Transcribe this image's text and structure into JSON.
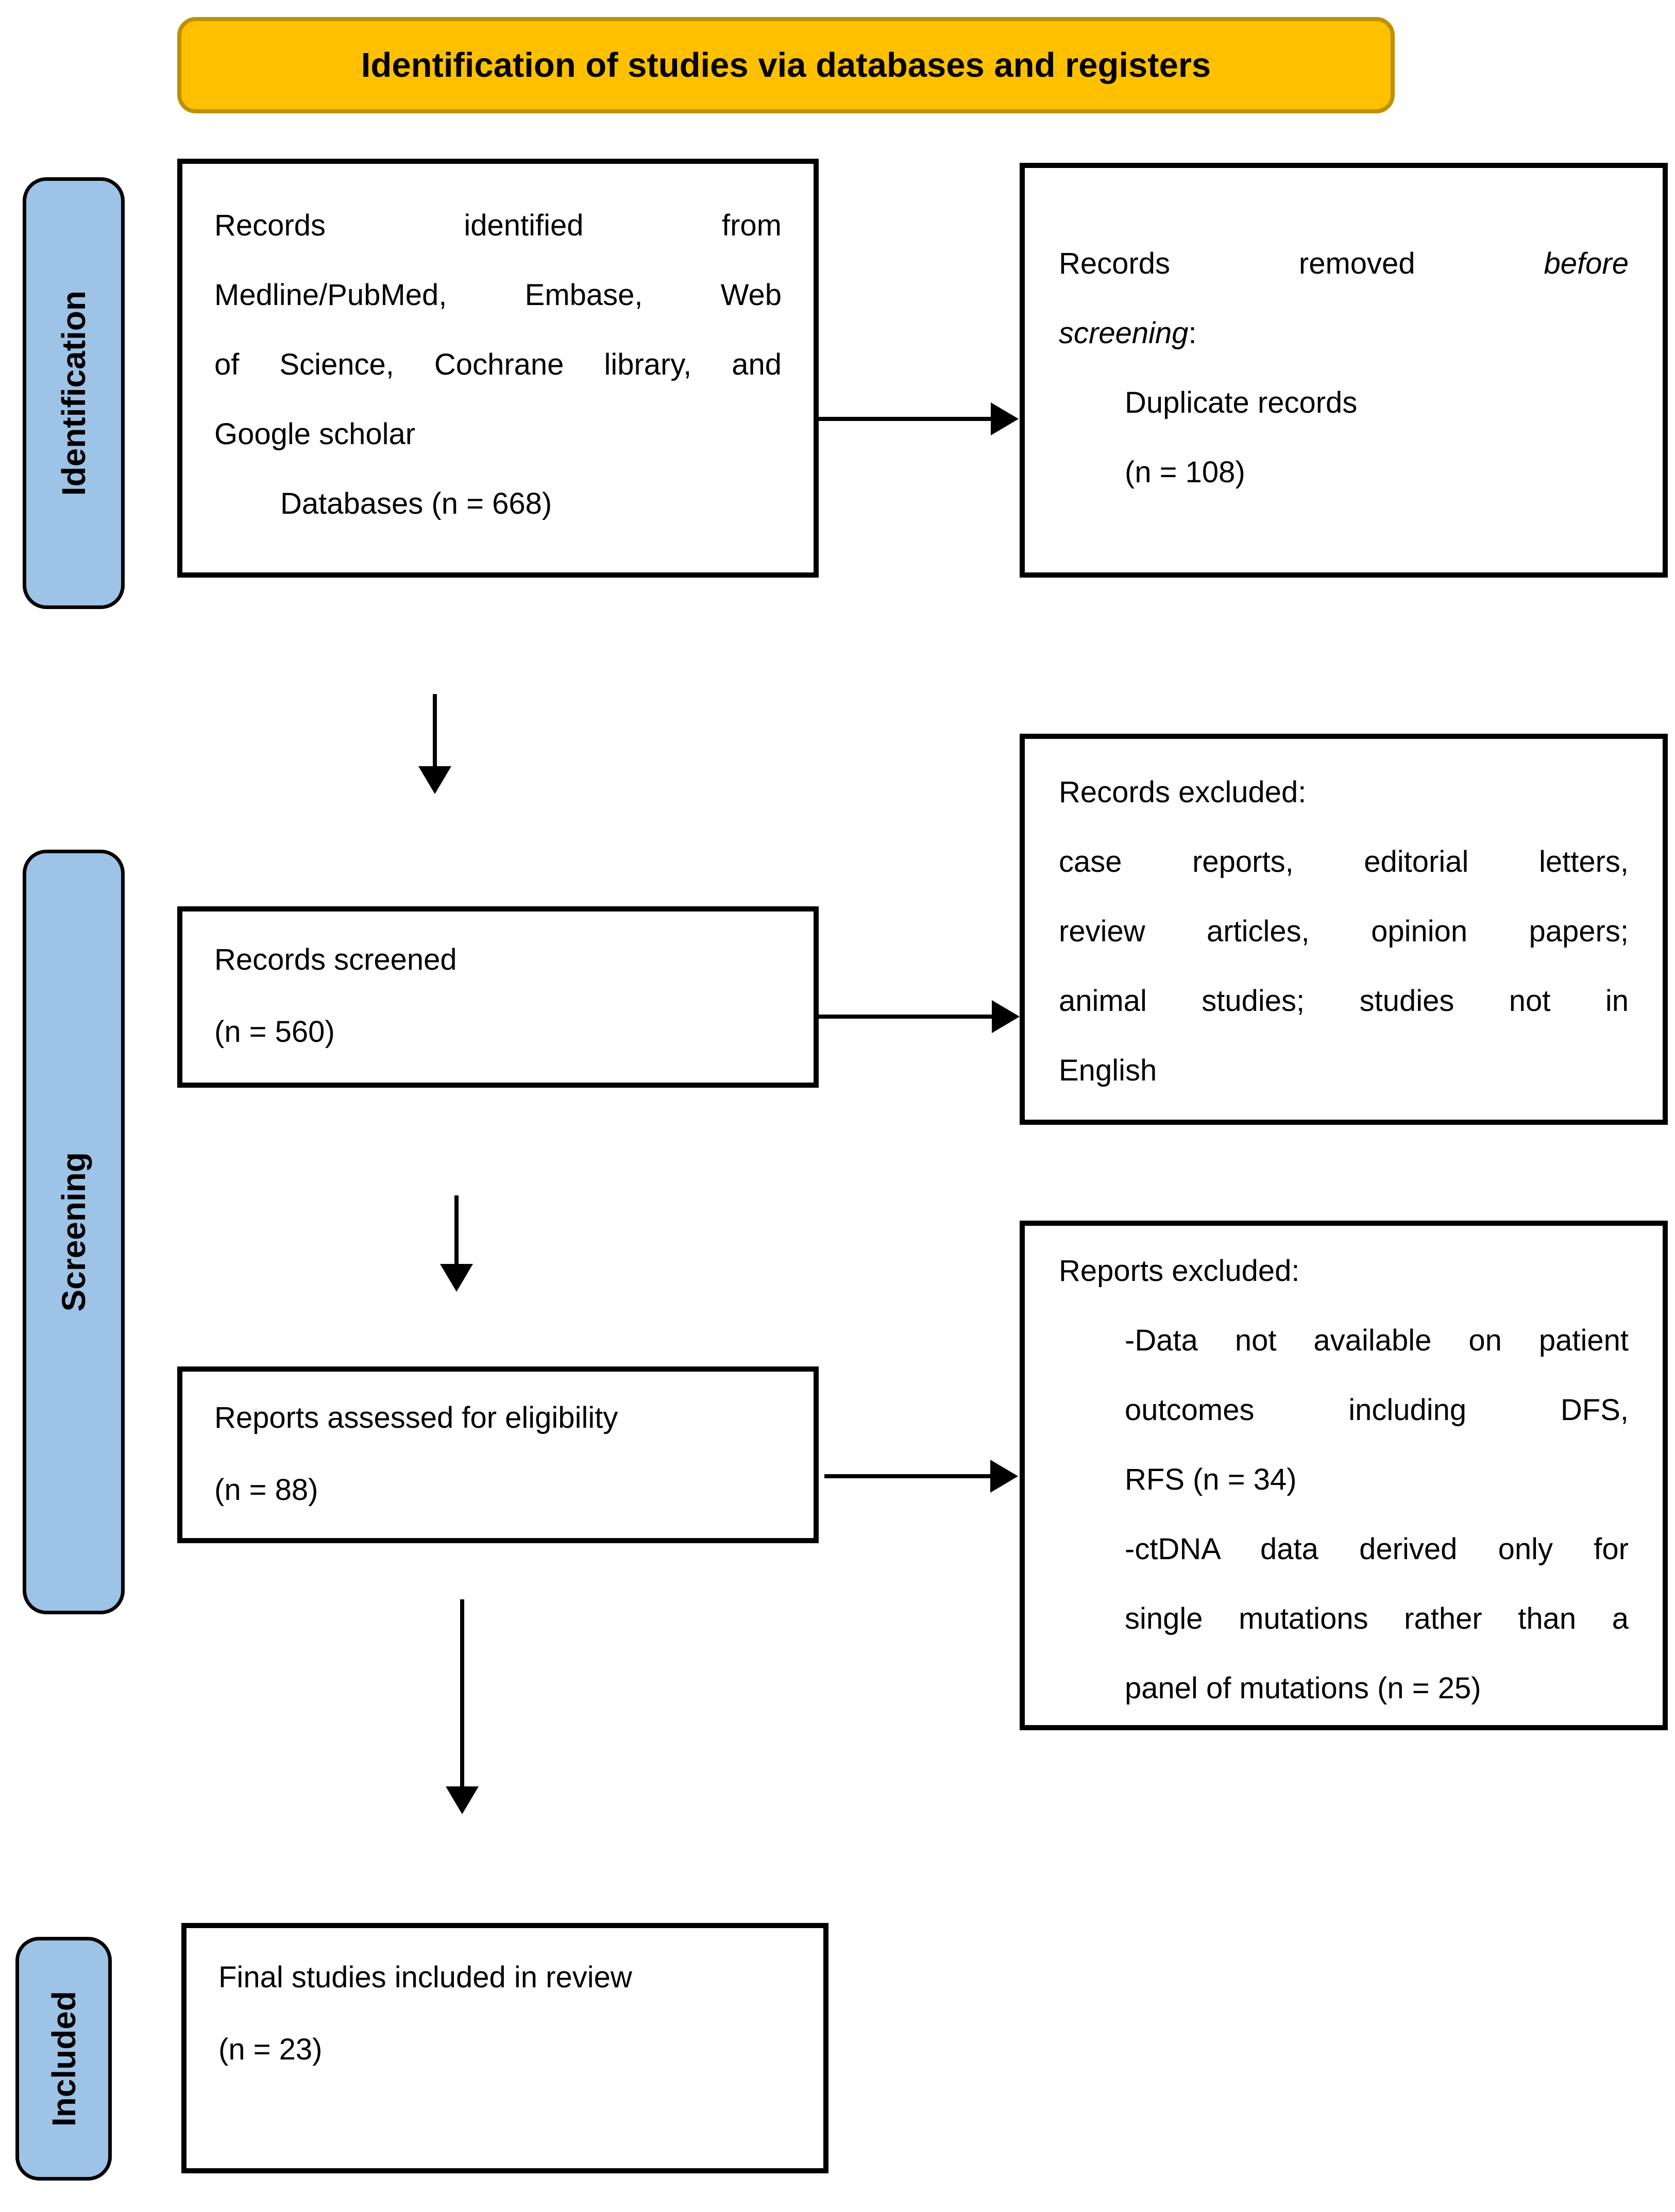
{
  "banner": {
    "title": "Identification of studies via databases and registers"
  },
  "colors": {
    "banner_fill": "#FFC000",
    "banner_border": "#BF9000",
    "stage_fill": "#9DC3E6",
    "stage_border": "#000000",
    "box_border": "#000000",
    "arrow": "#000000"
  },
  "stages": {
    "identification": "Identification",
    "screening": "Screening",
    "included": "Included"
  },
  "boxes": {
    "records_identified": {
      "lines": [
        "Records identified from",
        "Medline/PubMed, Embase, Web",
        "of Science, Cochrane library, and",
        "Google scholar",
        "Databases (n = 668)"
      ]
    },
    "records_removed": {
      "line1_pre": "Records removed",
      "line1_italic": "before",
      "line2_italic": "screening",
      "line2_suffix": ":",
      "item": "Duplicate records",
      "count": "(n = 108)"
    },
    "records_screened": {
      "line1": "Records screened",
      "line2": "(n = 560)"
    },
    "records_excluded": {
      "title": "Records excluded:",
      "lines": [
        "case reports, editorial letters,",
        "review articles, opinion papers;",
        "animal studies; studies not in",
        "English"
      ]
    },
    "reports_assessed": {
      "line1": "Reports assessed for eligibility",
      "line2": "(n = 88)"
    },
    "reports_excluded": {
      "title": "Reports excluded:",
      "item1_lines": [
        "-Data not available on patient",
        "outcomes including DFS,",
        "RFS (n = 34)"
      ],
      "item2_lines": [
        "-ctDNA data derived only for",
        "single mutations rather than a",
        "panel of mutations (n = 25)"
      ]
    },
    "final_studies": {
      "line1": "Final studies included in review",
      "line2": "(n = 23)"
    }
  }
}
